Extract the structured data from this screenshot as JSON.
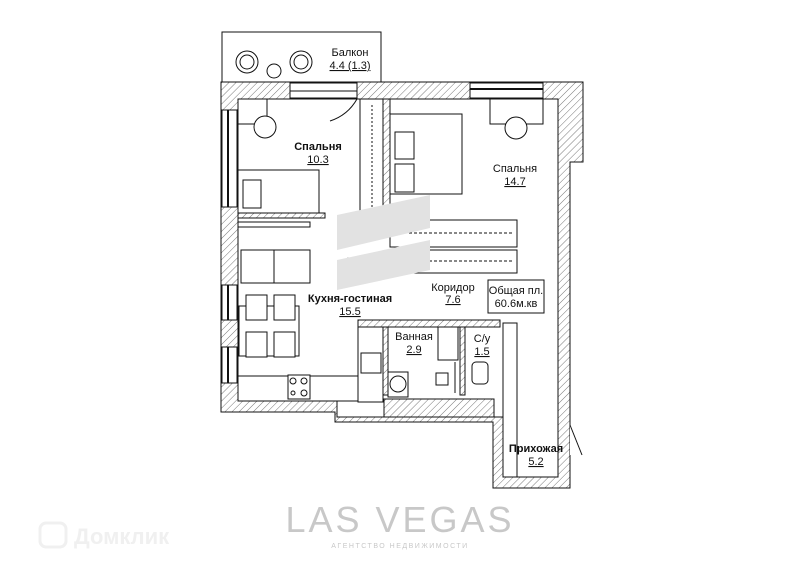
{
  "plan": {
    "rooms": [
      {
        "name": "Балкон",
        "area": "4.4 (1.3)"
      },
      {
        "name": "Спальня",
        "area": "10.3"
      },
      {
        "name": "Спальня",
        "area": "14.7"
      },
      {
        "name": "Кухня-гостиная",
        "area": "15.5"
      },
      {
        "name": "Коридор",
        "area": "7.6"
      },
      {
        "name": "Ванная",
        "area": "2.9"
      },
      {
        "name": "С/у",
        "area": "1.5"
      },
      {
        "name": "Прихожая",
        "area": "5.2"
      }
    ],
    "total": {
      "label": "Общая пл.",
      "value": "60.6м.кв"
    }
  },
  "watermarks": {
    "agency": "LAS VEGAS",
    "agency_sub": "АГЕНТСТВО НЕДВИЖИМОСТИ",
    "portal": "Домклик"
  },
  "colors": {
    "wall": "#111111",
    "watermark": "#bdbdbd"
  }
}
